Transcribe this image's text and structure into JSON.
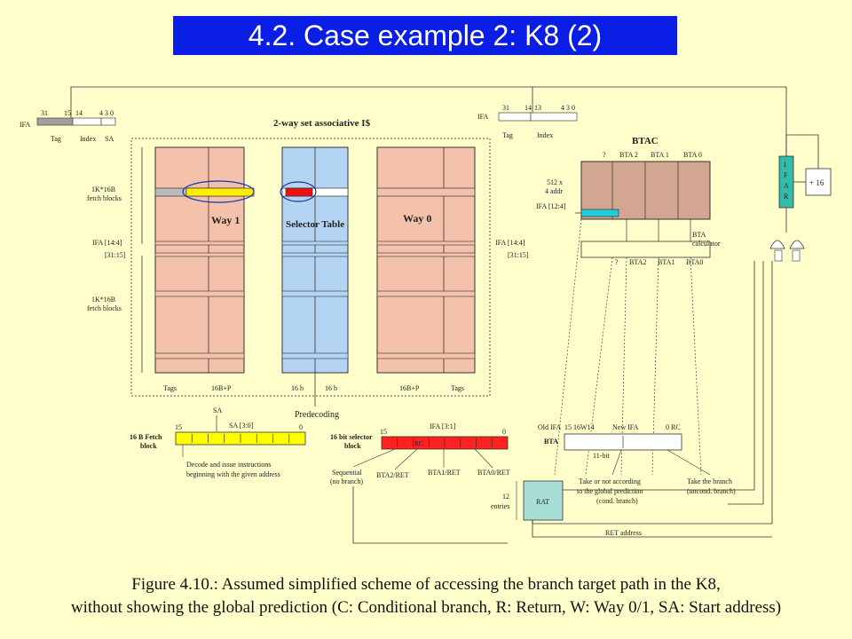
{
  "slide": {
    "title": "4.2. Case example 2: K8 (2)",
    "caption_line1": "Figure 4.10.: Assumed simplified scheme of accessing the branch target path in the K8,",
    "caption_line2": "without showing the global prediction  (C: Conditional branch, R: Return, W: Way 0/1, SA: Start address)"
  },
  "colors": {
    "background": "#FFFFCC",
    "title_bar": "#0A1EE6",
    "way_blocks": "#F4C2AA",
    "selector_table": "#B4D4F4",
    "btac": "#D2A690",
    "fetch_block": "#FFFF00",
    "selector_block": "#FF2020",
    "hit_line": "#FFEE00",
    "btac_hit": "#22CCDD",
    "rat": "#A8DDD8",
    "ifar": "#33BBAA"
  },
  "diagram": {
    "ifa_left": {
      "label": "IFA",
      "bit_31": "31",
      "bit_15": "15",
      "bit_14": "14",
      "bit_43": "4 3",
      "bit_0": "0",
      "field_tag": "Tag",
      "field_index": "Index",
      "field_sa": "SA"
    },
    "ifa_right": {
      "label": "IFA",
      "bit_31": "31",
      "bit_14": "14",
      "bit_13": "13",
      "bit_43": "4 3",
      "bit_0": "0",
      "field_tag": "Tag",
      "field_index": "Index"
    },
    "cache": {
      "title": "2-way set associative I$",
      "way1": "Way 1",
      "way0": "Way 0",
      "selector": "Selector Table",
      "blocks_upper": "1K*16B",
      "blocks_upper_sub": "fetch blocks",
      "blocks_lower": "1K*16B",
      "blocks_lower_sub": "fetch blocks",
      "ifa_index_left": "IFA [14:4]",
      "ifa_tag_left": "[31:15]",
      "ifa_index_right": "IFA [14:4]",
      "ifa_tag_right": "[31:15]",
      "bottom_tags_left": "Tags",
      "bottom_16bp_left": "16B+P",
      "bottom_16b_a": "16 b",
      "bottom_16b_b": "16 b",
      "bottom_16bp_right": "16B+P",
      "bottom_tags_right": "Tags",
      "predecoding": "Predecoding"
    },
    "btac": {
      "title": "BTAC",
      "col_q": "?",
      "col_bta2": "BTA 2",
      "col_bta1": "BTA 1",
      "col_bta0": "BTA 0",
      "size1": "512 x",
      "size2": "4 addr",
      "index": "IFA [12:4]",
      "calc1": "BTA",
      "calc2": "calculator",
      "out_q": "?",
      "out_bta2": "BTA2",
      "out_bta1": "BTA1",
      "out_bta0": "BTA0"
    },
    "ifar": {
      "letters": [
        "I",
        "F",
        "A",
        "R"
      ],
      "plus16": "+ 16"
    },
    "fetch": {
      "sa_top": "SA",
      "sa_range": "SA [3:0]",
      "bit_15": "15",
      "bit_0": "0",
      "label1": "16 B Fetch",
      "label2": "block",
      "decode1": "Decode and issue instructions",
      "decode2": "beginning with the given address"
    },
    "selector_block": {
      "ifa_range": "IFA [3:1]",
      "bit_15": "15",
      "bit_0": "0",
      "label1": "16 bit selector",
      "label2": "block",
      "cell_text": "RC",
      "seq1": "Sequential",
      "seq2": "(no branch)",
      "bta2": "BTA2/RET",
      "bta1": "BTA1/RET",
      "bta0": "BTA0/RET"
    },
    "bta_reg": {
      "old_ifa": "Old IFA",
      "bits": "15 16W14",
      "new_ifa": "New IFA",
      "rc": "0 RC",
      "bta": "BTA",
      "width": "11-bit",
      "cond1": "Take or not according",
      "cond2": "to the global prediction",
      "cond3": "(cond. branch)",
      "unc1": "Take the branch",
      "unc2": "(uncond. branch)"
    },
    "rat": {
      "label": "RAT",
      "entries1": "12",
      "entries2": "entries",
      "ret_address": "RET address"
    }
  }
}
